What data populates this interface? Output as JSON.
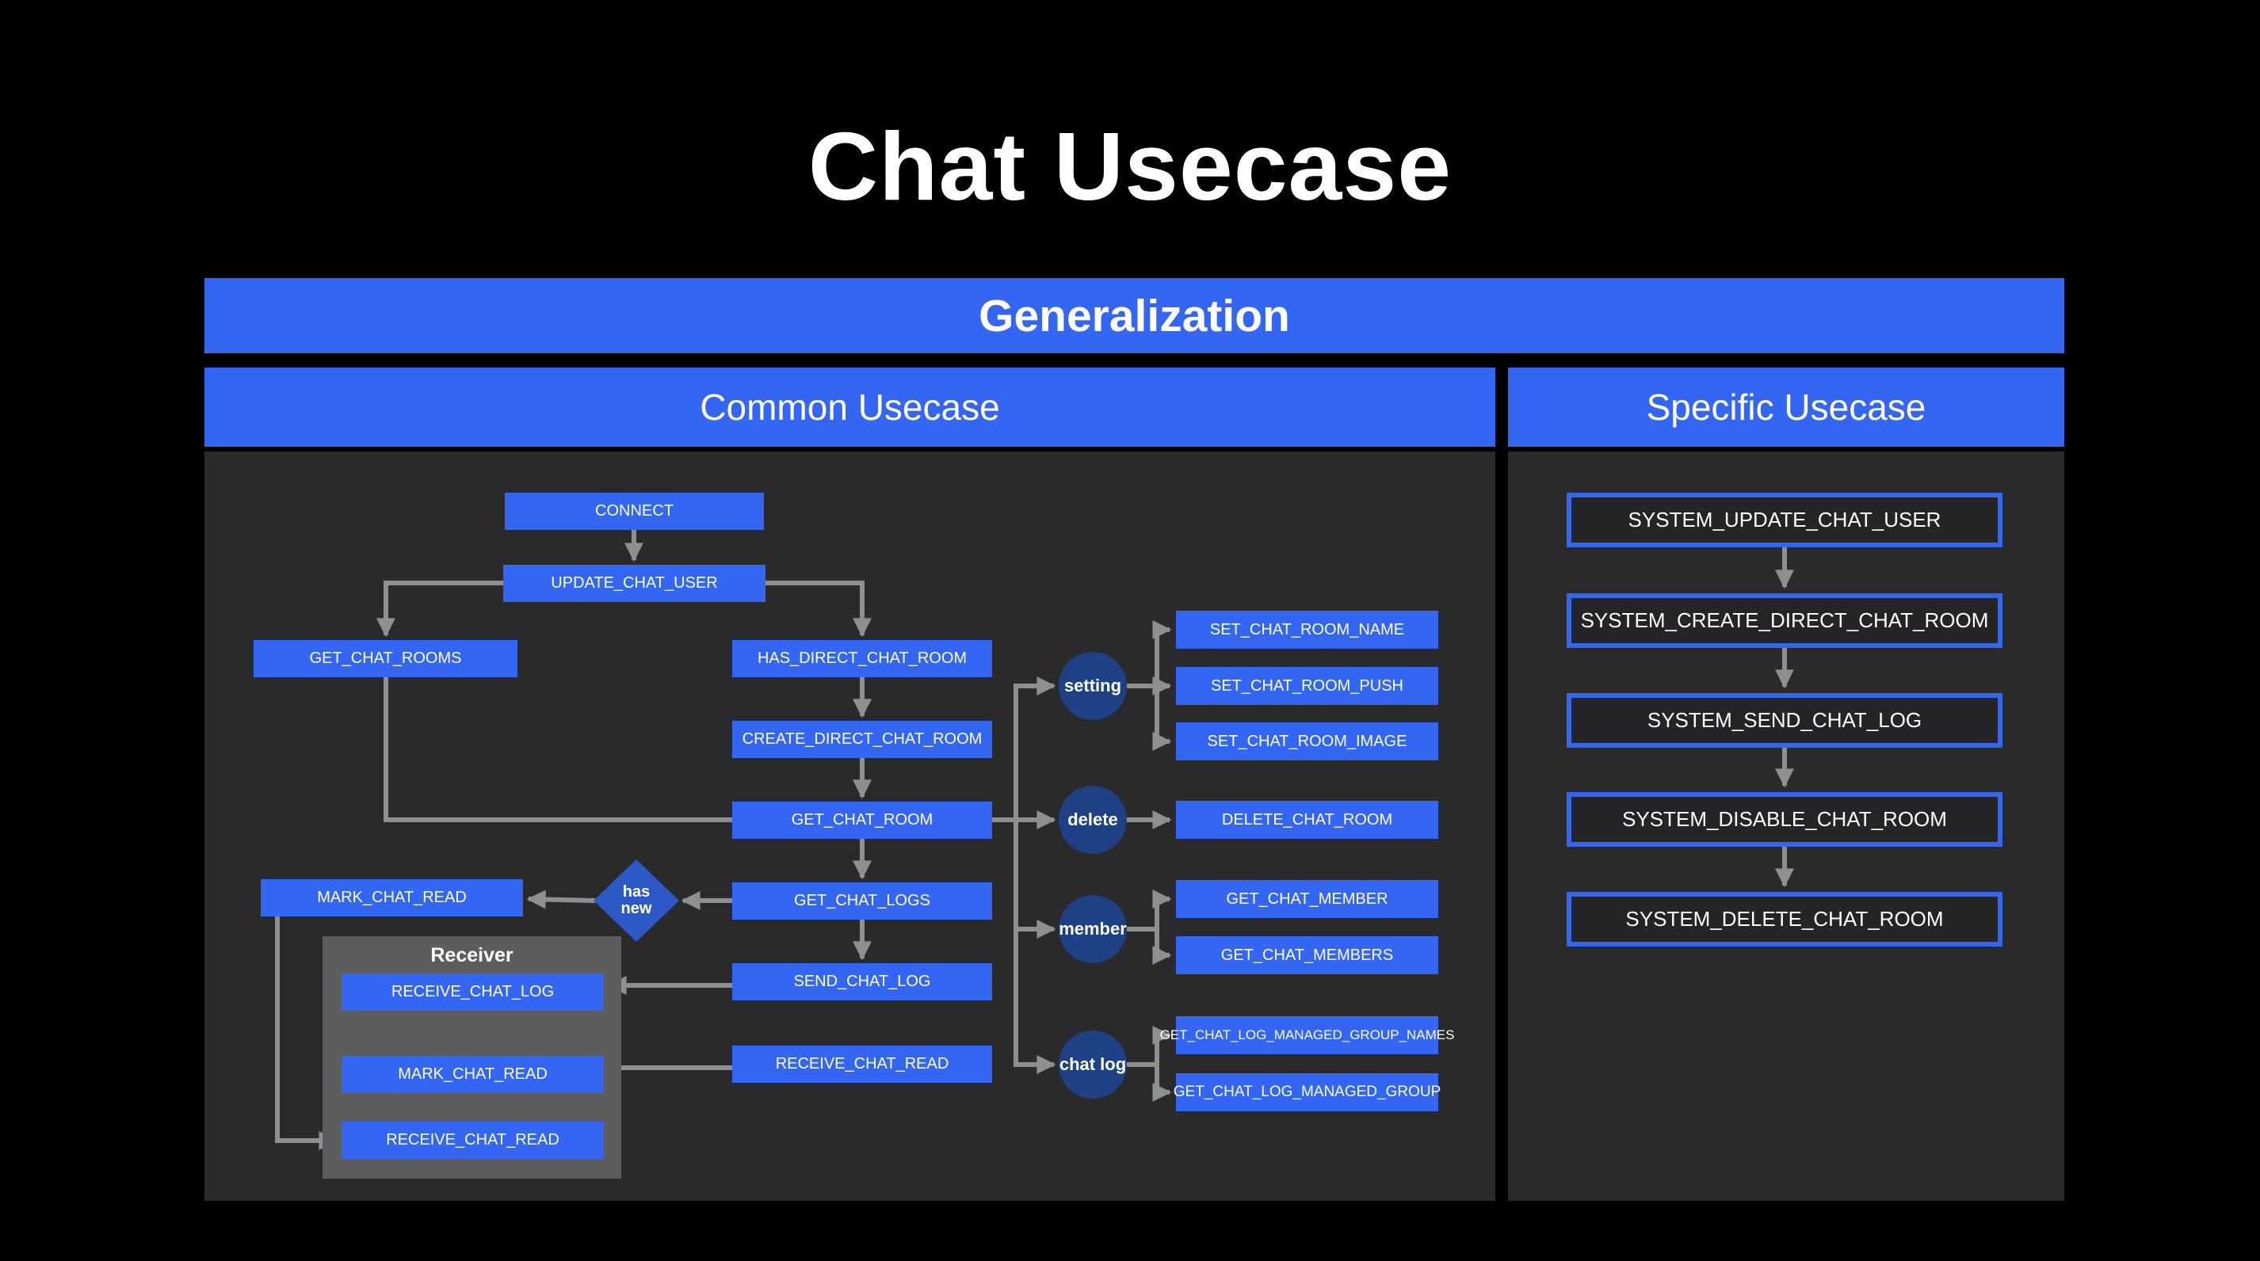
{
  "title": "Chat Usecase",
  "sections": {
    "generalization": "Generalization",
    "common": "Common Usecase",
    "specific": "Specific Usecase"
  },
  "common": {
    "connect": "CONNECT",
    "update_chat_user": "UPDATE_CHAT_USER",
    "get_chat_rooms": "GET_CHAT_ROOMS",
    "has_direct_chat_room": "HAS_DIRECT_CHAT_ROOM",
    "create_direct_chat_room": "CREATE_DIRECT_CHAT_ROOM",
    "get_chat_room": "GET_CHAT_ROOM",
    "get_chat_logs": "GET_CHAT_LOGS",
    "send_chat_log": "SEND_CHAT_LOG",
    "receive_chat_read": "RECEIVE_CHAT_READ",
    "mark_chat_read": "MARK_CHAT_READ",
    "decision": "has new",
    "categories": {
      "setting": "setting",
      "delete": "delete",
      "member": "member",
      "chat_log": "chat log"
    },
    "targets": {
      "set_chat_room_name": "SET_CHAT_ROOM_NAME",
      "set_chat_room_push": "SET_CHAT_ROOM_PUSH",
      "set_chat_room_image": "SET_CHAT_ROOM_IMAGE",
      "delete_chat_room": "DELETE_CHAT_ROOM",
      "get_chat_member": "GET_CHAT_MEMBER",
      "get_chat_members": "GET_CHAT_MEMBERS",
      "get_chat_log_managed_group_names": "GET_CHAT_LOG_MANAGED_GROUP_NAMES",
      "get_chat_log_managed_group": "GET_CHAT_LOG_MANAGED_GROUP"
    },
    "receiver": {
      "title": "Receiver",
      "receive_chat_log": "RECEIVE_CHAT_LOG",
      "mark_chat_read": "MARK_CHAT_READ",
      "receive_chat_read": "RECEIVE_CHAT_READ"
    }
  },
  "specific": {
    "items": [
      "SYSTEM_UPDATE_CHAT_USER",
      "SYSTEM_CREATE_DIRECT_CHAT_ROOM",
      "SYSTEM_SEND_CHAT_LOG",
      "SYSTEM_DISABLE_CHAT_ROOM",
      "SYSTEM_DELETE_CHAT_ROOM"
    ]
  },
  "colors": {
    "background": "#000000",
    "accent_blue": "#3366f2",
    "panel_dark": "#2a2a2b",
    "receiver_gray": "#5d5d5d",
    "category_circle": "#1e4084",
    "decision_diamond": "#2c59c5",
    "connector_gray": "#8f8f8f",
    "text": "#ffffff"
  }
}
